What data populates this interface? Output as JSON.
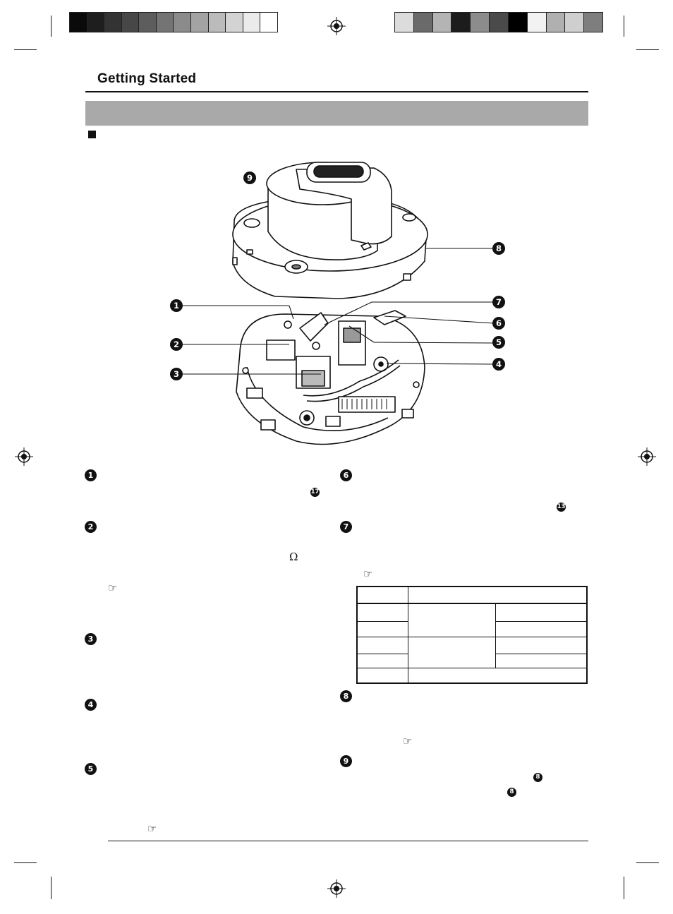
{
  "header": {
    "section_title": "Getting Started"
  },
  "colors": {
    "left_bar": [
      "#0a0a0a",
      "#1e1e1e",
      "#333333",
      "#474747",
      "#5d5d5d",
      "#747474",
      "#8b8b8b",
      "#a3a3a3",
      "#bbbbbb",
      "#d3d3d3",
      "#ebebeb",
      "#ffffff"
    ],
    "right_bar": [
      "#dcdcdc",
      "#6a6a6a",
      "#b4b4b4",
      "#1c1c1c",
      "#8c8c8c",
      "#4a4a4a",
      "#000000",
      "#f2f2f2",
      "#b0b0b0",
      "#cfcfcf",
      "#7e7e7e"
    ],
    "band": "#a9a9a9"
  },
  "figure_callouts": {
    "c1": "1",
    "c2": "2",
    "c3": "3",
    "c4": "4",
    "c5": "5",
    "c6": "6",
    "c7": "7",
    "c8": "8",
    "c9": "9"
  },
  "body_markers": {
    "m1": "1",
    "m2": "2",
    "m3": "3",
    "m4": "4",
    "m5": "5",
    "m6": "6",
    "m7": "7",
    "m8": "8",
    "m9": "9",
    "ref17": "17",
    "ref13": "13",
    "ref8a": "8",
    "ref8b": "8",
    "omega": "Ω",
    "hand": "☞"
  }
}
